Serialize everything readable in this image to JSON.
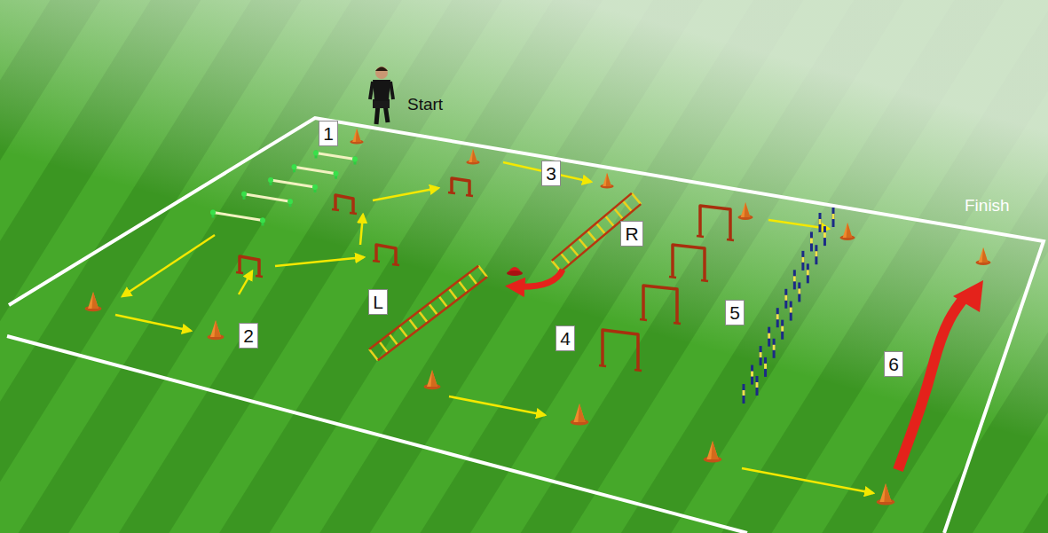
{
  "diagram": {
    "nodes": [
      {
        "text": [
          "1"
        ]
      },
      {
        "text": [
          "3"
        ]
      },
      {
        "text": [
          "R"
        ]
      },
      {
        "text": [
          "L"
        ]
      },
      {
        "text": [
          "5"
        ]
      },
      {
        "text": [
          "2"
        ]
      },
      {
        "text": [
          "4"
        ]
      },
      {
        "text": [
          "6"
        ]
      }
    ],
    "labels": [
      "Start",
      "Finish"
    ]
  }
}
